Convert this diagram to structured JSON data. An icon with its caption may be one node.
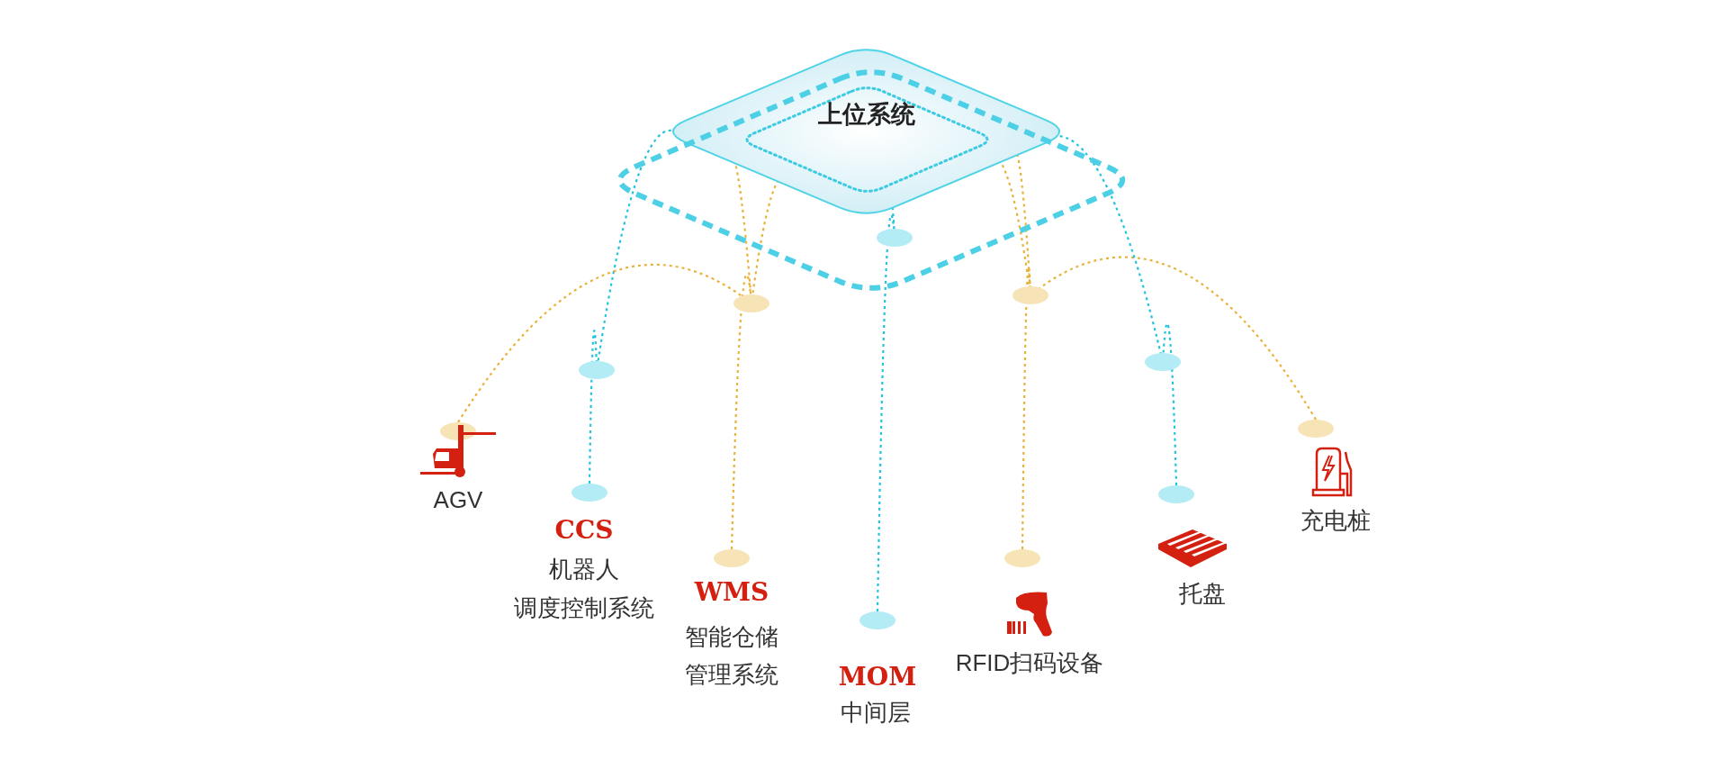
{
  "diagram": {
    "nodes": [
      {
        "text": [
          "上位系统"
        ]
      },
      {
        "text": [
          "AGV"
        ]
      },
      {
        "text": [
          "CCS",
          "机器人",
          "调度控制系统"
        ]
      },
      {
        "text": [
          "WMS",
          "智能仓储管理系统"
        ]
      },
      {
        "text": [
          "MOM",
          "中间层"
        ]
      },
      {
        "text": [
          "RFID扫码设备"
        ]
      },
      {
        "text": [
          "托盘"
        ]
      },
      {
        "text": [
          "充电桩"
        ]
      }
    ],
    "edges": [
      {
        "from": 1,
        "to": 0,
        "arrow": "none"
      },
      {
        "from": 2,
        "to": 0,
        "arrow": "none",
        "color": "#22c3dc"
      },
      {
        "from": 3,
        "to": 0,
        "arrow": "none"
      },
      {
        "from": 4,
        "to": 0,
        "arrow": "none",
        "color": "#22c3dc"
      },
      {
        "from": 5,
        "to": 0,
        "arrow": "none"
      },
      {
        "from": 6,
        "to": 0,
        "arrow": "none",
        "color": "#22c3dc"
      },
      {
        "from": 7,
        "to": 0,
        "arrow": "none"
      }
    ]
  }
}
